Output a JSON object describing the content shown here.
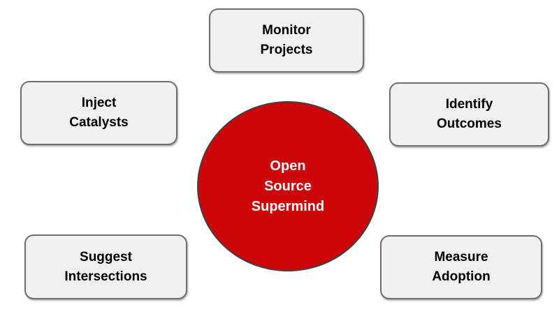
{
  "diagram": {
    "title": "Open Source Supermind process diagram",
    "background_color": "#ffffff",
    "hub": {
      "name": "Open Source Supermind",
      "lines": [
        "Open",
        "Source",
        "Supermind"
      ],
      "fill_color": "#cc060a",
      "border_color": "#404040",
      "text_color": "#ffffff"
    },
    "node_style": {
      "fill_color": "#f0f0ef",
      "border_color": "#6e6e6e",
      "text_color": "#000000"
    },
    "nodes": [
      {
        "id": "monitor-projects",
        "position": "top",
        "lines": [
          "Monitor",
          "Projects"
        ]
      },
      {
        "id": "inject-catalysts",
        "position": "upper-left",
        "lines": [
          "Inject",
          "Catalysts"
        ]
      },
      {
        "id": "identify-outcomes",
        "position": "upper-right",
        "lines": [
          "Identify",
          "Outcomes"
        ]
      },
      {
        "id": "suggest-intersections",
        "position": "lower-left",
        "lines": [
          "Suggest",
          "Intersections"
        ]
      },
      {
        "id": "measure-adoption",
        "position": "lower-right",
        "lines": [
          "Measure",
          "Adoption"
        ]
      }
    ]
  }
}
